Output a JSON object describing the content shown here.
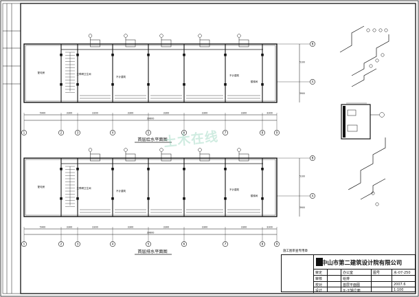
{
  "plans": [
    {
      "id": "supply",
      "title": "首层给水平面图",
      "axes": [
        "1",
        "2",
        "3",
        "4",
        "5",
        "6",
        "7",
        "8",
        "9"
      ],
      "row_axes": [
        "B",
        "A"
      ],
      "total_dim": "39600",
      "bay_dims": [
        "5900",
        "3300",
        "3300",
        "3300",
        "3300",
        "3300",
        "3300",
        "3300",
        "5900"
      ],
      "side_dims": [
        "5100",
        "3900"
      ],
      "rooms": [
        "配电房",
        "无障碍卫生间",
        "不计建筑",
        "不计建筑",
        "楼梯间"
      ]
    },
    {
      "id": "drain",
      "title": "首层排水平面图",
      "axes": [
        "1",
        "2",
        "3",
        "4",
        "5",
        "6",
        "7",
        "8",
        "9"
      ],
      "row_axes": [
        "B",
        "A"
      ],
      "total_dim": "39600",
      "bay_dims": [
        "5900",
        "3300",
        "3300",
        "3300",
        "3300",
        "3300",
        "3300",
        "3300",
        "5900"
      ],
      "side_dims": [
        "5100",
        "3900"
      ],
      "rooms": [
        "配电房",
        "无障碍卫生间",
        "不计建筑",
        "不计建筑",
        "楼梯间"
      ]
    }
  ],
  "titleblock": {
    "company": "中山市第二建筑设计院有限公司",
    "stamp_label": "施工图审查专用章",
    "rows": [
      {
        "k": "审定",
        "v": ""
      },
      {
        "k": "审核",
        "v": ""
      },
      {
        "k": "校对",
        "v": ""
      },
      {
        "k": "设计",
        "v": ""
      }
    ],
    "project": "办公室",
    "subproject": "给排",
    "drawing_title": "首层平面图",
    "drawing_subtitle": "⑤-⑦轴立面",
    "no_label": "图号",
    "no": "水-07-250",
    "date": "2007.6",
    "scale": "1:100"
  },
  "watermark": "土木在线",
  "colors": {
    "line": "#111111",
    "wm": "#7fc8aa"
  }
}
